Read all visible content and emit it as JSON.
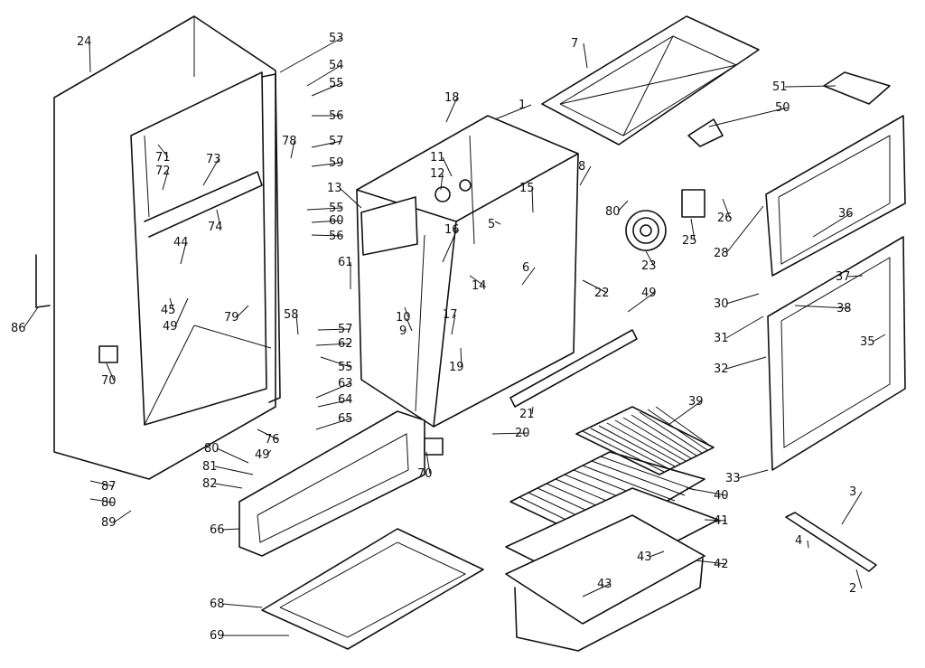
{
  "diagram": {
    "title": "",
    "callout_numbers": [
      "1",
      "2",
      "3",
      "4",
      "6",
      "7",
      "8",
      "9",
      "10",
      "11",
      "12",
      "13",
      "14",
      "15",
      "16",
      "17",
      "18",
      "19",
      "20",
      "21",
      "22",
      "23",
      "24",
      "25",
      "26",
      "28",
      "30",
      "31",
      "32",
      "33",
      "35",
      "36",
      "37",
      "38",
      "39",
      "40",
      "41",
      "42",
      "43",
      "43",
      "44",
      "45",
      "49",
      "49",
      "49",
      "50",
      "51",
      "53",
      "54",
      "55",
      "55",
      "55",
      "56",
      "56",
      "57",
      "57",
      "58",
      "59",
      "60",
      "61",
      "62",
      "63",
      "64",
      "65",
      "66",
      "68",
      "69",
      "70",
      "70",
      "71",
      "72",
      "73",
      "74",
      "76",
      "78",
      "79",
      "80",
      "80",
      "80",
      "81",
      "82",
      "86",
      "87",
      "89",
      "5"
    ]
  },
  "colors": {
    "line": "#111111",
    "background": "#ffffff"
  }
}
